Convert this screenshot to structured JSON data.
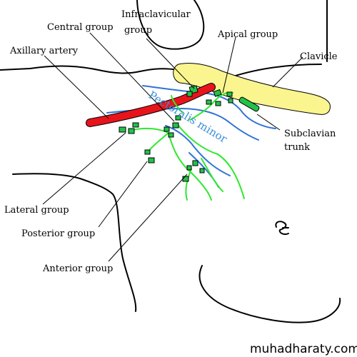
{
  "labels": {
    "infraclavicular_line1": "Infraclavicular",
    "infraclavicular_line2": "group",
    "central_group": "Central group",
    "apical_group": "Apical group",
    "axillary_artery": "Axillary artery",
    "clavicle": "Clavicle",
    "subclavian_line1": "Subclavian",
    "subclavian_line2": "trunk",
    "pectoralis_minor": "Pectoralis minor",
    "lateral_group": "Lateral group",
    "posterior_group": "Posterior group",
    "anterior_group": "Anterior group"
  },
  "watermark": "muhadharaty.com",
  "colors": {
    "artery": "#e8141b",
    "clavicle": "#fbf58f",
    "lymph_vessel": "#2ee82e",
    "lymph_node": "#22c24a",
    "vein": "#2e74d6",
    "muscle_label": "#3a8fd8"
  }
}
